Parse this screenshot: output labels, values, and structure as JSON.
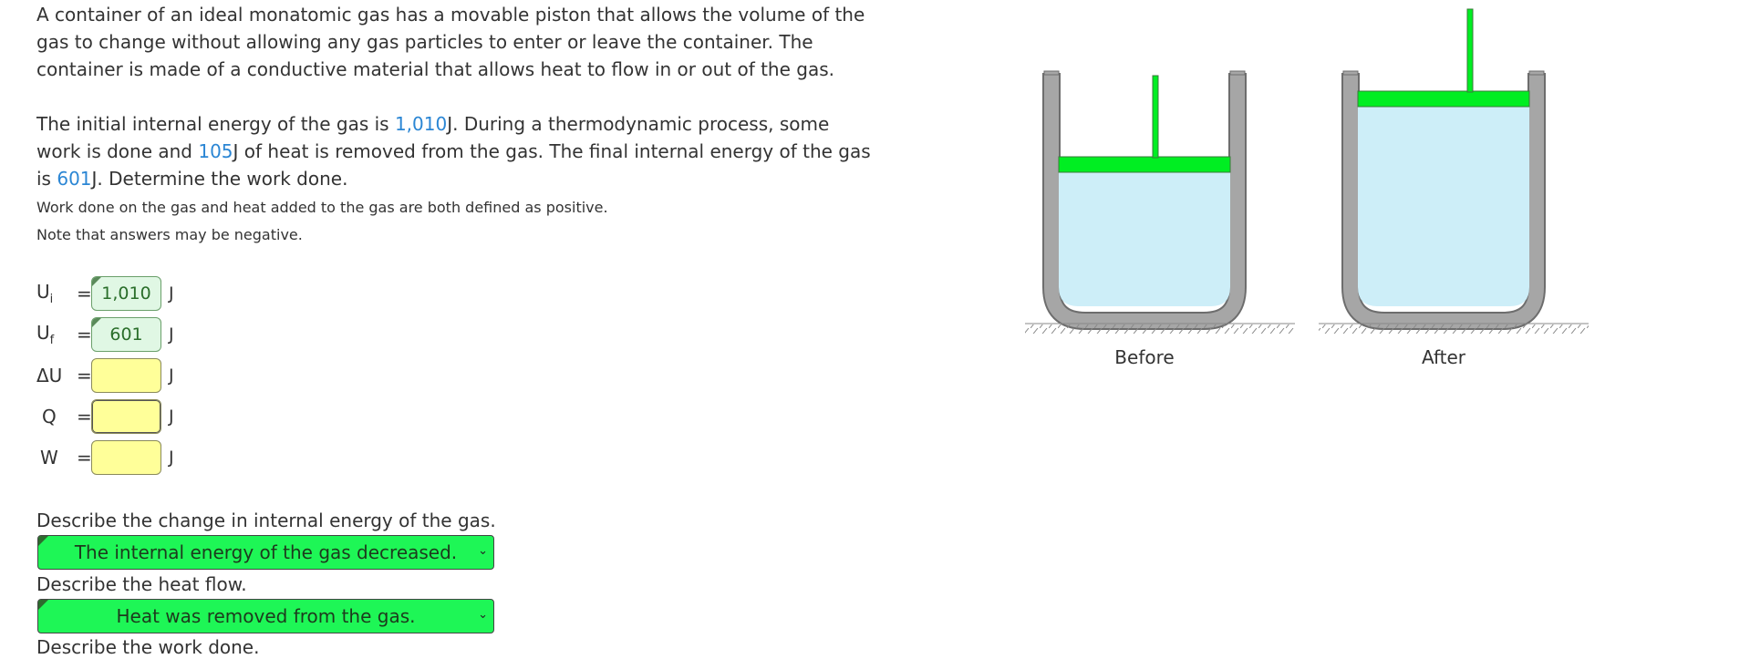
{
  "problem": {
    "intro": "A container of an ideal monatomic gas has a movable piston that allows the volume of the gas to change without allowing any gas particles to enter or leave the container. The container is made of a conductive material that allows heat to flow in or out of the gas.",
    "p2_a": "The initial internal energy of the gas is ",
    "ui_value": "1,010",
    "p2_b": "J. During a thermodynamic process, some work is done and ",
    "q_value": "105",
    "p2_c": "J of heat is removed from the gas. The final internal energy of the gas is ",
    "uf_value": "601",
    "p2_d": "J. Determine the work done.",
    "note1": "Work done on the gas and heat added to the gas are both defined as positive.",
    "note2": "Note that answers may be negative."
  },
  "equations": [
    {
      "symbol": "U",
      "sub": "i",
      "equals": "=",
      "value": "1,010",
      "unit": "J",
      "state": "filled"
    },
    {
      "symbol": "U",
      "sub": "f",
      "equals": "=",
      "value": "601",
      "unit": "J",
      "state": "filled"
    },
    {
      "symbol": "ΔU",
      "sub": "",
      "equals": "=",
      "value": "",
      "unit": "J",
      "state": "empty"
    },
    {
      "symbol": "Q",
      "sub": "",
      "equals": "=",
      "value": "",
      "unit": "J",
      "state": "empty"
    },
    {
      "symbol": "W",
      "sub": "",
      "equals": "=",
      "value": "",
      "unit": "J",
      "state": "empty"
    }
  ],
  "questions": [
    {
      "label": "Describe the change in internal energy of the gas.",
      "selected": "The internal energy of the gas decreased."
    },
    {
      "label": "Describe the heat flow.",
      "selected": "Heat was removed from the gas."
    }
  ],
  "cut_label": "Describe the work done.",
  "figure": {
    "before_label": "Before",
    "after_label": "After",
    "colors": {
      "wall": "#a0a0a0",
      "gas": "#cdeef8",
      "piston": "#00ee22",
      "ground": "#888888"
    }
  }
}
